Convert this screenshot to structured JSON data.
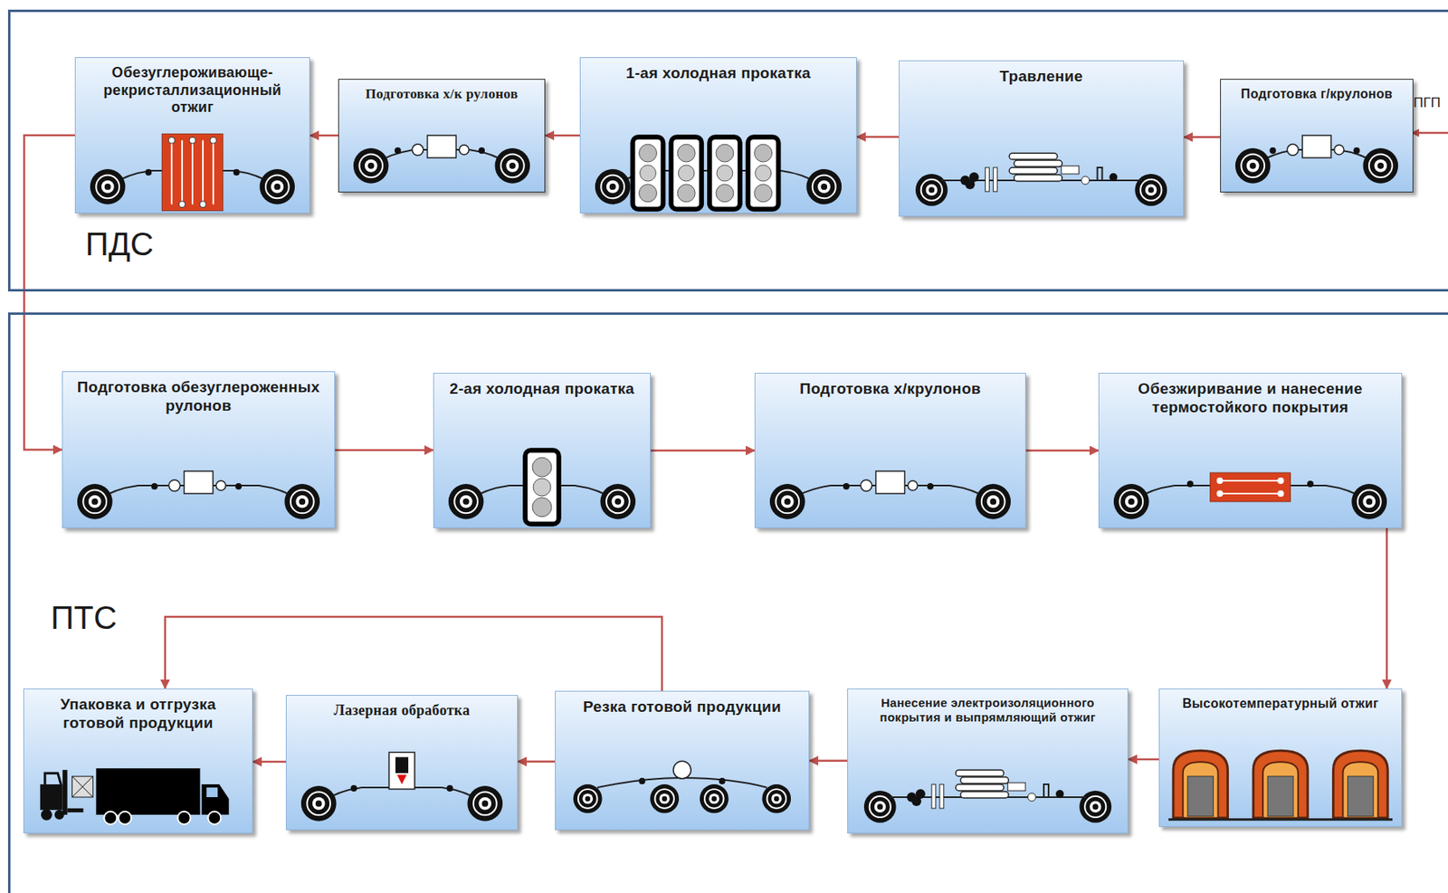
{
  "diagram": {
    "nodes": [
      {
        "text": [
          "ПДС"
        ]
      },
      {
        "text": [
          "Обезуглероживающе-рекристаллизационный отжиг"
        ],
        "in": 0
      },
      {
        "text": [
          "Подготовка х/к рулонов"
        ],
        "in": 0
      },
      {
        "text": [
          "1-ая холодная прокатка"
        ],
        "in": 0
      },
      {
        "text": [
          "Травление"
        ],
        "in": 0
      },
      {
        "text": [
          "Подготовка г/крулонов"
        ],
        "in": 0
      },
      {
        "text": [
          "ПТС"
        ]
      },
      {
        "text": [
          "Подготовка обезуглероженных рулонов"
        ],
        "in": 6
      },
      {
        "text": [
          "2-ая холодная прокатка"
        ],
        "in": 6
      },
      {
        "text": [
          "Подготовка х/крулонов"
        ],
        "in": 6
      },
      {
        "text": [
          "Обезжиривание и нанесение термостойкого покрытия"
        ],
        "in": 6
      },
      {
        "text": [
          "Упаковка и отгрузка готовой продукции"
        ],
        "in": 6
      },
      {
        "text": [
          "Лазерная обработка"
        ],
        "in": 6
      },
      {
        "text": [
          "Резка готовой продукции"
        ],
        "in": 6
      },
      {
        "text": [
          "Нанесение электроизоляционного покрытия и выпрямляющий отжиг"
        ],
        "in": 6
      },
      {
        "text": [
          "Высокотемпературный отжиг"
        ],
        "in": 6
      }
    ],
    "edges": [
      {
        "from": 5,
        "to": 4,
        "arrow": "to"
      },
      {
        "from": 4,
        "to": 3,
        "arrow": "to"
      },
      {
        "from": 3,
        "to": 2,
        "arrow": "to"
      },
      {
        "from": 2,
        "to": 1,
        "arrow": "to"
      },
      {
        "from": 1,
        "to": 7,
        "arrow": "to"
      },
      {
        "from": 7,
        "to": 8,
        "arrow": "to"
      },
      {
        "from": 8,
        "to": 9,
        "arrow": "to"
      },
      {
        "from": 9,
        "to": 10,
        "arrow": "to"
      },
      {
        "from": 10,
        "to": 15,
        "arrow": "to"
      },
      {
        "from": 15,
        "to": 14,
        "arrow": "to"
      },
      {
        "from": 14,
        "to": 13,
        "arrow": "to"
      },
      {
        "from": 13,
        "to": 12,
        "arrow": "to"
      },
      {
        "from": 12,
        "to": 11,
        "arrow": "to"
      },
      {
        "from": 13,
        "to": 11,
        "arrow": "to"
      }
    ],
    "labels": [
      "ПГП"
    ]
  }
}
